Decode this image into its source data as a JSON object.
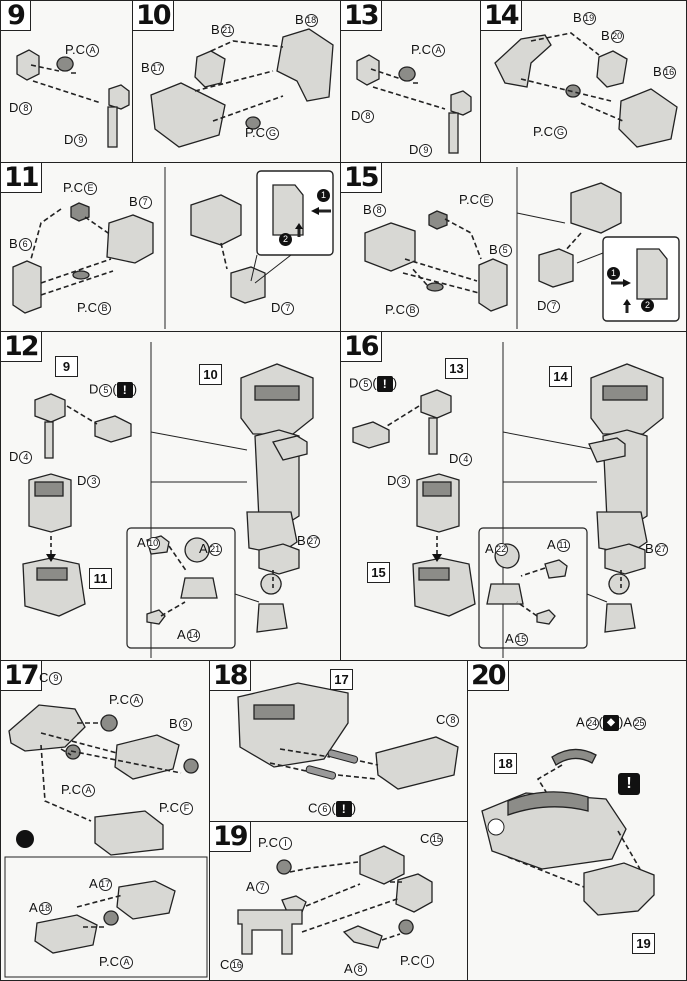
{
  "panels": {
    "p9": {
      "num": "9",
      "labels": {
        "pca": "P.C",
        "pca_c": "A",
        "d8": "D",
        "d8_c": "8",
        "d9": "D",
        "d9_c": "9"
      }
    },
    "p10": {
      "num": "10",
      "labels": {
        "b21": "B",
        "b21_c": "21",
        "b18": "B",
        "b18_c": "18",
        "b17": "B",
        "b17_c": "17",
        "pcg": "P.C",
        "pcg_c": "G"
      }
    },
    "p13": {
      "num": "13",
      "labels": {
        "pca": "P.C",
        "pca_c": "A",
        "d8": "D",
        "d8_c": "8",
        "d9": "D",
        "d9_c": "9"
      }
    },
    "p14": {
      "num": "14",
      "labels": {
        "b19": "B",
        "b19_c": "19",
        "b20": "B",
        "b20_c": "20",
        "b16": "B",
        "b16_c": "16",
        "pcg": "P.C",
        "pcg_c": "G"
      }
    },
    "p11": {
      "num": "11",
      "labels": {
        "pce": "P.C",
        "pce_c": "E",
        "b7": "B",
        "b7_c": "7",
        "b6": "B",
        "b6_c": "6",
        "pcb": "P.C",
        "pcb_c": "B",
        "d7": "D",
        "d7_c": "7",
        "step1": "1",
        "step2": "2"
      }
    },
    "p15": {
      "num": "15",
      "labels": {
        "b8": "B",
        "b8_c": "8",
        "pce": "P.C",
        "pce_c": "E",
        "b5": "B",
        "b5_c": "5",
        "pcb": "P.C",
        "pcb_c": "B",
        "d7": "D",
        "d7_c": "7",
        "step1": "1",
        "step2": "2"
      }
    },
    "p12": {
      "num": "12",
      "labels": {
        "ref9": "9",
        "d5": "D",
        "d5_c": "5",
        "paren_open": "(",
        "paren_close": ")",
        "warn": "!",
        "d4": "D",
        "d4_c": "4",
        "d3": "D",
        "d3_c": "3",
        "ref11": "11",
        "ref10": "10",
        "a10": "A",
        "a10_c": "10",
        "a21": "A",
        "a21_c": "21",
        "a14": "A",
        "a14_c": "14",
        "b27": "B",
        "b27_c": "27"
      }
    },
    "p16": {
      "num": "16",
      "labels": {
        "ref13": "13",
        "d5": "D",
        "d5_c": "5",
        "paren_open": "(",
        "paren_close": ")",
        "warn": "!",
        "d3": "D",
        "d3_c": "3",
        "d4": "D",
        "d4_c": "4",
        "ref15": "15",
        "ref14": "14",
        "a22": "A",
        "a22_c": "22",
        "a11": "A",
        "a11_c": "11",
        "a15": "A",
        "a15_c": "15",
        "b27": "B",
        "b27_c": "27"
      }
    },
    "p17": {
      "num": "17",
      "labels": {
        "c9": "C",
        "c9_c": "9",
        "pca1": "P.C",
        "pca1_c": "A",
        "b9": "B",
        "b9_c": "9",
        "pca2": "P.C",
        "pca2_c": "A",
        "pcf": "P.C",
        "pcf_c": "F",
        "a17": "A",
        "a17_c": "17",
        "a18": "A",
        "a18_c": "18",
        "pca3": "P.C",
        "pca3_c": "A"
      }
    },
    "p18": {
      "num": "18",
      "labels": {
        "ref17": "17",
        "c8": "C",
        "c8_c": "8",
        "c6": "C",
        "c6_c": "6",
        "paren_open": "(",
        "paren_close": ")",
        "warn": "!"
      }
    },
    "p19": {
      "num": "19",
      "labels": {
        "pci1": "P.C",
        "pci1_c": "I",
        "c15": "C",
        "c15_c": "15",
        "a7": "A",
        "a7_c": "7",
        "c16": "C",
        "c16_c": "16",
        "a8": "A",
        "a8_c": "8",
        "pci2": "P.C",
        "pci2_c": "I"
      }
    },
    "p20": {
      "num": "20",
      "labels": {
        "a24": "A",
        "a24_c": "24",
        "paren_open": "(",
        "paren_close": ")",
        "a25": "A",
        "a25_c": "25",
        "ref18": "18",
        "warn": "!",
        "ref19": "19"
      }
    }
  }
}
